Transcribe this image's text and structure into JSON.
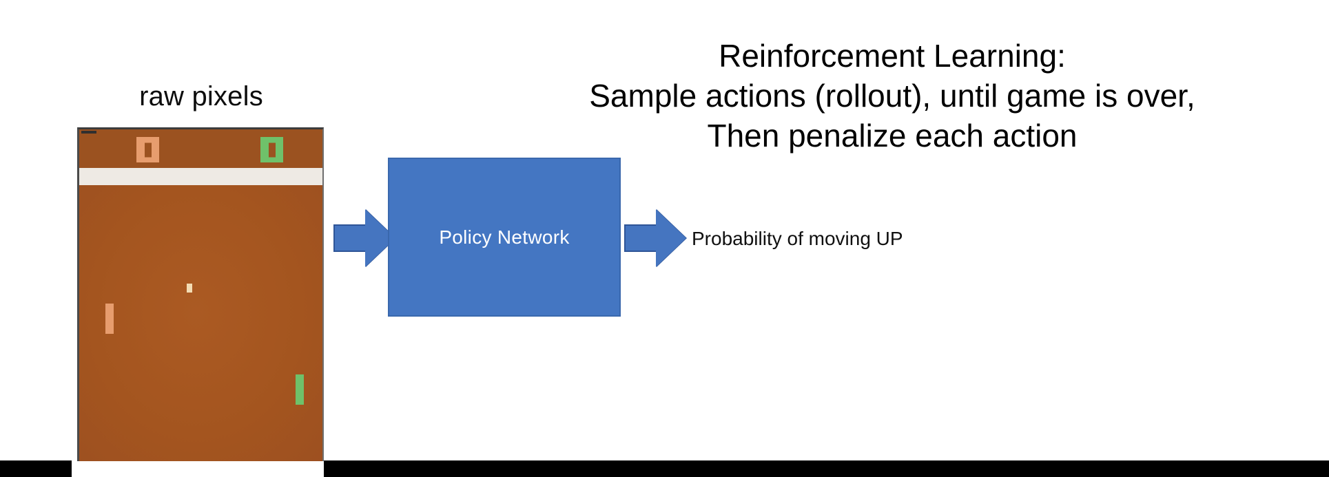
{
  "slide": {
    "background_color": "#ffffff",
    "heading_lines": [
      "Reinforcement Learning:",
      "Sample actions (rollout), until game is over,",
      "Then penalize each action"
    ],
    "raw_pixels_label": "raw pixels",
    "policy_network_label": "Policy Network",
    "output_label": "Probability of moving UP",
    "arrow_in_name": "input-arrow",
    "arrow_out_name": "output-arrow"
  },
  "colors": {
    "arrow_fill": "#4575c0",
    "arrow_border": "#2f5597",
    "box_fill": "#4476c2",
    "box_text": "#ffffff",
    "heading_text": "#000000",
    "pong_background": "#a4551f",
    "pong_divider": "#eeeae4",
    "paddle_left": "#e79d6e",
    "paddle_right": "#6fc16a",
    "ball": "#f3dcb4",
    "bottom_bar": "#000000"
  },
  "pong": {
    "score_left_digit": "0",
    "score_right_digit": "0",
    "left_paddle_name": "orange-paddle",
    "right_paddle_name": "green-paddle",
    "ball_name": "ball"
  }
}
